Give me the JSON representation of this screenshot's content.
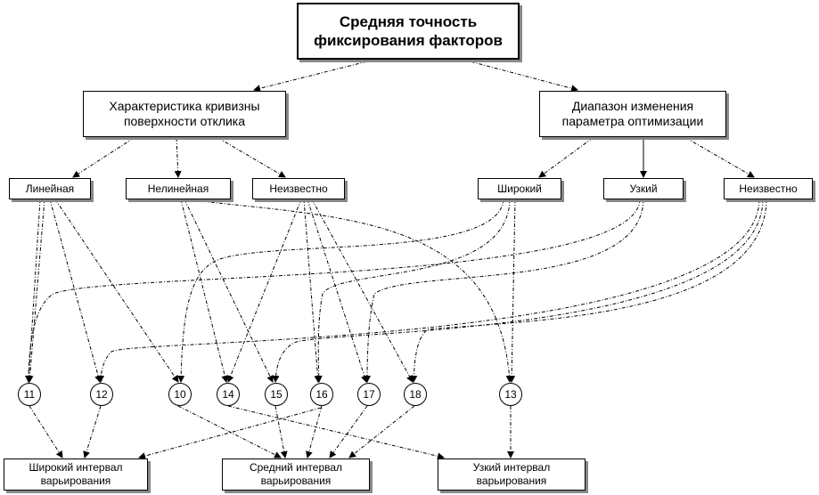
{
  "root": "Средняя точность\nфиксирования факторов",
  "criteria": {
    "curvature": "Характеристика кривизны\nповерхности отклика",
    "range": "Диапазон изменения\nпараметра оптимизации"
  },
  "options": {
    "linear": "Линейная",
    "nonlinear": "Нелинейная",
    "unknown_curvature": "Неизвестно",
    "wide": "Широкий",
    "narrow": "Узкий",
    "unknown_range": "Неизвестно"
  },
  "nodes": [
    "11",
    "12",
    "10",
    "14",
    "15",
    "16",
    "17",
    "18",
    "13"
  ],
  "results": {
    "wide": "Широкий интервал\nварьирования",
    "medium": "Средний интервал\nварьирования",
    "narrow": "Узкий интервал\nварьирования"
  }
}
